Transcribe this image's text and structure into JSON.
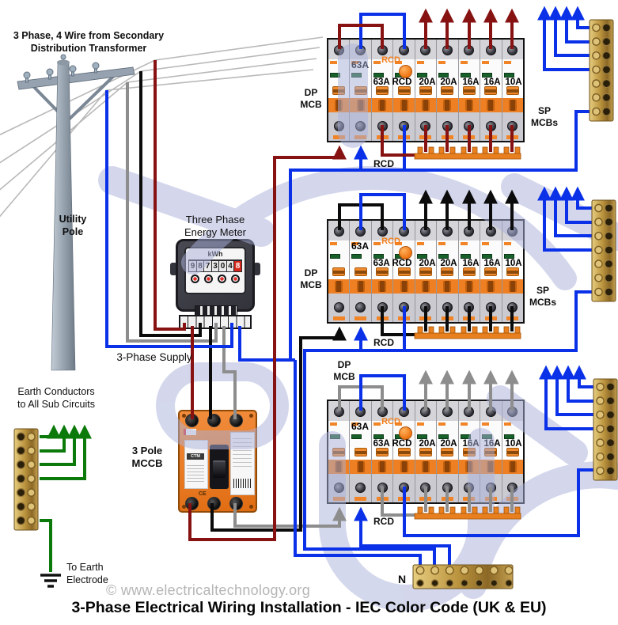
{
  "page": {
    "title": "3-Phase Electrical Wiring Installation - IEC Color Code (UK & EU)",
    "watermark_credit": "© www.electricaltechnology.org"
  },
  "labels": {
    "source": "3 Phase, 4 Wire from Secondary\nDistribution Transformer",
    "utility_pole": "Utility\nPole",
    "meter_title": "Three Phase\nEnergy Meter",
    "supply": "3-Phase Supply",
    "earth_conductors": "Earth Conductors\nto All Sub Circuits",
    "mccb": "3 Pole\nMCCB",
    "earth_electrode": "To Earth\nElectrode",
    "dp_mcb": "DP\nMCB",
    "sp_mcbs": "SP\nMCBs",
    "rcd": "RCD",
    "neutral": "N"
  },
  "meter": {
    "unit": "kWh",
    "digits": [
      "9",
      "8",
      "7",
      "3",
      "0",
      "4",
      "8"
    ]
  },
  "mccb": {
    "brand_label": "CTM",
    "ce_mark": "CE"
  },
  "panels": [
    {
      "dp_rating": "63A",
      "rcd_tag": "RCD",
      "rcd_rating": "63A RCD",
      "sp_ratings": [
        "20A",
        "20A",
        "16A",
        "16A",
        "10A"
      ]
    },
    {
      "dp_rating": "63A",
      "rcd_tag": "RCD",
      "rcd_rating": "63A RCD",
      "sp_ratings": [
        "20A",
        "20A",
        "16A",
        "16A",
        "10A"
      ]
    },
    {
      "dp_rating": "63A",
      "rcd_tag": "RCD",
      "rcd_rating": "63A RCD",
      "sp_ratings": [
        "20A",
        "20A",
        "16A",
        "16A",
        "10A"
      ]
    }
  ],
  "colors": {
    "phase_l1": "#871212",
    "phase_l2": "#0b0b0b",
    "phase_l3": "#8d8d8d",
    "neutral": "#0a31e8",
    "earth": "#0b7a0b",
    "breaker_orange": "#ee7f22",
    "brass": "#c9a44e",
    "watermark": "#aab1da"
  }
}
